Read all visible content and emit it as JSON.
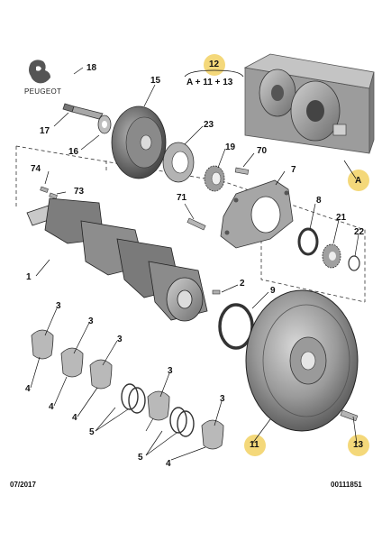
{
  "brand": {
    "name": "PEUGEOT",
    "logo_icon": "peugeot-lion-logo"
  },
  "formula": {
    "number": "12",
    "text": "A + 11 + 13"
  },
  "labels": {
    "p1": "1",
    "p2": "2",
    "p3a": "3",
    "p3b": "3",
    "p3c": "3",
    "p3d": "3",
    "p4a": "4",
    "p4b": "4",
    "p4c": "4",
    "p4d": "4",
    "p5a": "5",
    "p5b": "5",
    "p7": "7",
    "p8": "8",
    "p9": "9",
    "p11": "11",
    "p13": "13",
    "p15": "15",
    "p16": "16",
    "p17": "17",
    "p18": "18",
    "p19": "19",
    "p21": "21",
    "p22": "22",
    "p23": "23",
    "p70": "70",
    "p71": "71",
    "p73": "73",
    "p74": "74",
    "pA": "A"
  },
  "highlight_color": "#f4d87a",
  "footer": {
    "date": "07/2017",
    "ref": "00111851"
  }
}
